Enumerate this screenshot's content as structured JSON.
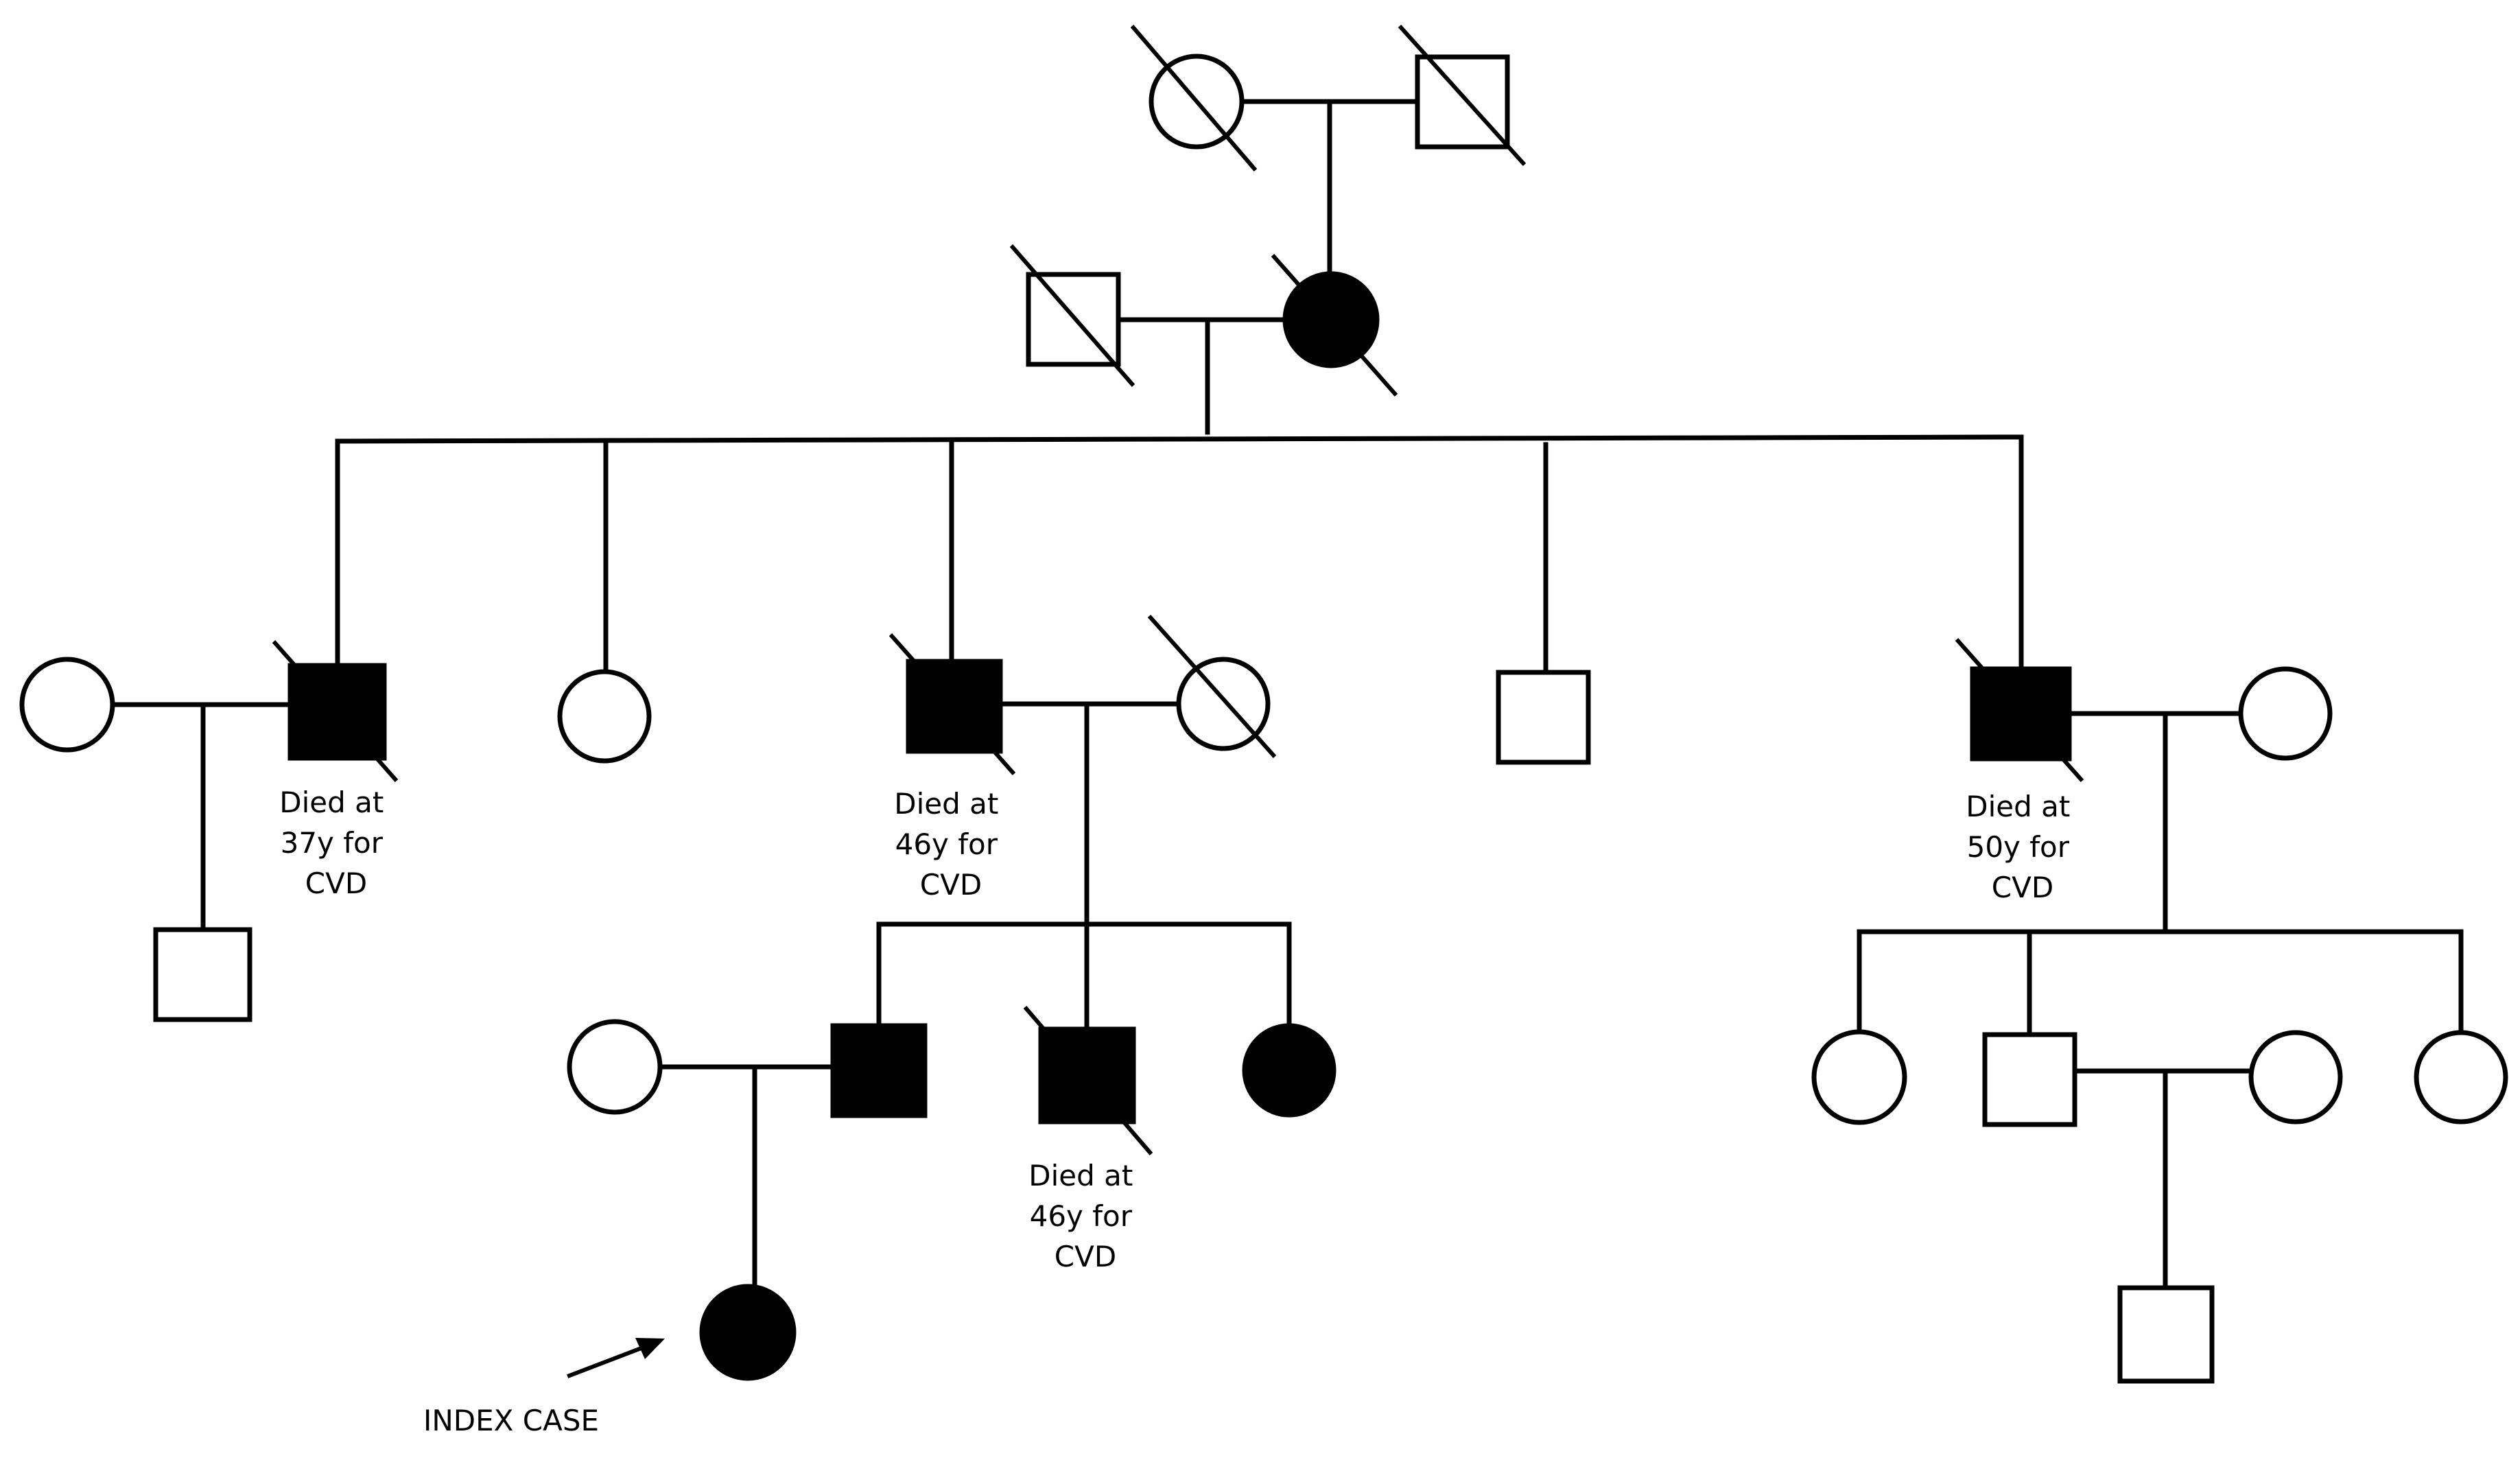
{
  "colors": {
    "stroke": "#000000",
    "affected": "#000000",
    "unaffected": "#ffffff",
    "background": "#ffffff"
  },
  "individuals": [
    {
      "id": "gen1-female",
      "sex": "female",
      "affected": false,
      "deceased": true
    },
    {
      "id": "gen1-male",
      "sex": "male",
      "affected": false,
      "deceased": true
    },
    {
      "id": "gen2-male",
      "sex": "male",
      "affected": false,
      "deceased": true
    },
    {
      "id": "gen2-female",
      "sex": "female",
      "affected": true,
      "deceased": true
    },
    {
      "id": "gen3-wife-1",
      "sex": "female",
      "affected": false,
      "deceased": false
    },
    {
      "id": "gen3-son-1",
      "sex": "male",
      "affected": true,
      "deceased": true
    },
    {
      "id": "gen3-daughter",
      "sex": "female",
      "affected": false,
      "deceased": false
    },
    {
      "id": "gen3-son-2",
      "sex": "male",
      "affected": true,
      "deceased": true
    },
    {
      "id": "gen3-wife-2",
      "sex": "female",
      "affected": false,
      "deceased": true
    },
    {
      "id": "gen3-son-3",
      "sex": "male",
      "affected": false,
      "deceased": false
    },
    {
      "id": "gen3-son-4",
      "sex": "male",
      "affected": true,
      "deceased": true
    },
    {
      "id": "gen3-wife-3",
      "sex": "female",
      "affected": false,
      "deceased": false
    },
    {
      "id": "gen4-son-1",
      "sex": "male",
      "affected": false,
      "deceased": false
    },
    {
      "id": "gen4-partner",
      "sex": "female",
      "affected": false,
      "deceased": false
    },
    {
      "id": "gen4-son-2",
      "sex": "male",
      "affected": true,
      "deceased": false
    },
    {
      "id": "gen4-son-3",
      "sex": "male",
      "affected": true,
      "deceased": true
    },
    {
      "id": "gen4-daughter-1",
      "sex": "female",
      "affected": true,
      "deceased": false
    },
    {
      "id": "gen4-daughter-2",
      "sex": "female",
      "affected": false,
      "deceased": false
    },
    {
      "id": "gen4-son-4",
      "sex": "male",
      "affected": false,
      "deceased": false
    },
    {
      "id": "gen4-partner-2",
      "sex": "female",
      "affected": false,
      "deceased": false
    },
    {
      "id": "gen4-daughter-3",
      "sex": "female",
      "affected": false,
      "deceased": false
    },
    {
      "id": "gen5-index",
      "sex": "female",
      "affected": true,
      "deceased": false
    },
    {
      "id": "gen5-son",
      "sex": "male",
      "affected": false,
      "deceased": false
    }
  ],
  "annotations": {
    "gen3_son_1": [
      "Died at",
      "37y for",
      "CVD"
    ],
    "gen3_son_2": [
      "Died at",
      "46y for",
      "CVD"
    ],
    "gen4_son_3": [
      "Died at",
      "46y for",
      "CVD"
    ],
    "gen3_son_4": [
      "Died at",
      "50y for",
      "CVD"
    ],
    "index_case": "INDEX CASE"
  }
}
